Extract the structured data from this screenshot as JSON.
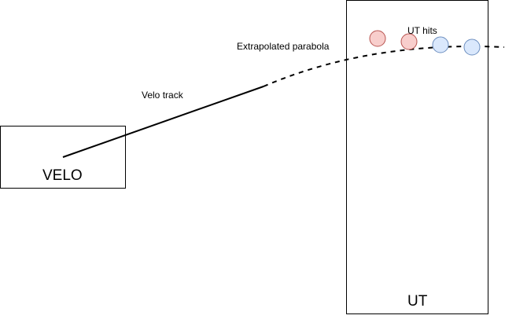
{
  "diagram": {
    "labels": {
      "velo": "VELO",
      "ut": "UT",
      "velo_track": "Velo track",
      "extrapolated_parabola": "Extrapolated parabola",
      "ut_hits": "UT hits"
    },
    "hits": [
      {
        "kind": "red"
      },
      {
        "kind": "red"
      },
      {
        "kind": "blue"
      },
      {
        "kind": "blue"
      }
    ],
    "colors": {
      "stroke": "#000000",
      "red_hit_fill": "#f8cecc",
      "red_hit_stroke": "#b85450",
      "blue_hit_fill": "#dae8fc",
      "blue_hit_stroke": "#6c8ebf",
      "background": "#ffffff"
    }
  }
}
